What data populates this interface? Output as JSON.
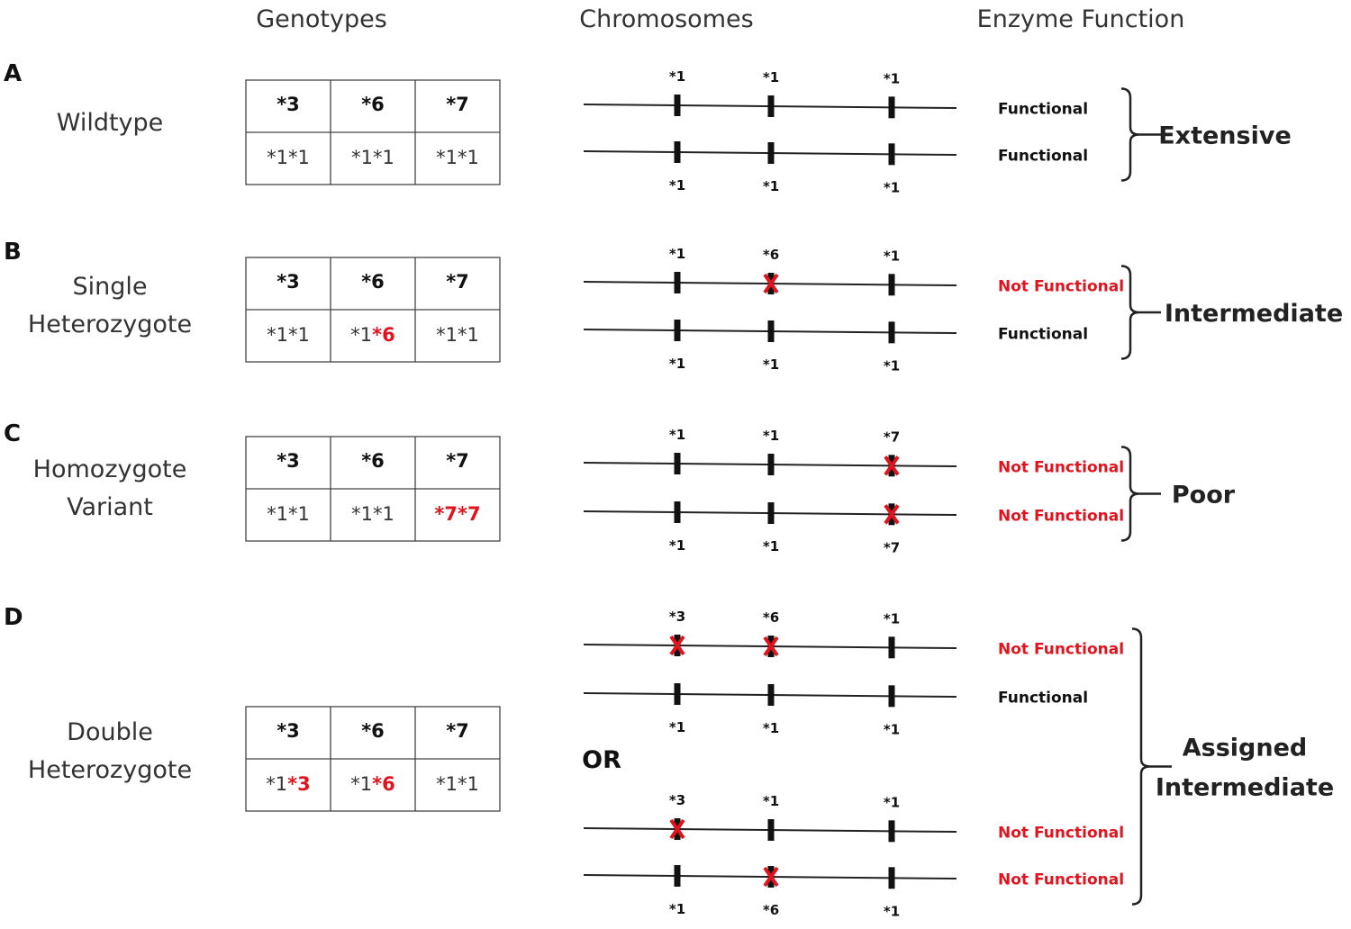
{
  "colors": {
    "ink": "#111111",
    "variant": "#e0141e",
    "grid": "#444444"
  },
  "headers": {
    "genotypes": "Genotypes",
    "chromosomes": "Chromosomes",
    "enzyme_function": "Enzyme Function"
  },
  "or_label": "OR",
  "panels": [
    {
      "letter": "A",
      "label_lines": [
        "Wildtype"
      ],
      "table": {
        "heads": [
          "*3",
          "*6",
          "*7"
        ],
        "cells": [
          [
            {
              "text": "*1*1",
              "red": false
            }
          ],
          [
            {
              "text": "*1*1",
              "red": false
            }
          ],
          [
            {
              "text": "*1*1",
              "red": false
            }
          ]
        ]
      },
      "phenotype_lines": [
        "Extensive"
      ],
      "groups": [
        {
          "chromosomes": [
            {
              "markers": [
                {
                  "label": "*1",
                  "variant": false
                },
                {
                  "label": "*1",
                  "variant": false
                },
                {
                  "label": "*1",
                  "variant": false
                }
              ],
              "function": "Functional",
              "not_functional": false
            },
            {
              "markers": [
                {
                  "label": "*1",
                  "variant": false
                },
                {
                  "label": "*1",
                  "variant": false
                },
                {
                  "label": "*1",
                  "variant": false
                }
              ],
              "function": "Functional",
              "not_functional": false
            }
          ]
        }
      ]
    },
    {
      "letter": "B",
      "label_lines": [
        "Single",
        "Heterozygote"
      ],
      "table": {
        "heads": [
          "*3",
          "*6",
          "*7"
        ],
        "cells": [
          [
            {
              "text": "*1*1",
              "red": false
            }
          ],
          [
            {
              "text": "*1",
              "red": false
            },
            {
              "text": "*6",
              "red": true
            }
          ],
          [
            {
              "text": "*1*1",
              "red": false
            }
          ]
        ]
      },
      "phenotype_lines": [
        "Intermediate"
      ],
      "groups": [
        {
          "chromosomes": [
            {
              "markers": [
                {
                  "label": "*1",
                  "variant": false
                },
                {
                  "label": "*6",
                  "variant": true
                },
                {
                  "label": "*1",
                  "variant": false
                }
              ],
              "function": "Not Functional",
              "not_functional": true
            },
            {
              "markers": [
                {
                  "label": "*1",
                  "variant": false
                },
                {
                  "label": "*1",
                  "variant": false
                },
                {
                  "label": "*1",
                  "variant": false
                }
              ],
              "function": "Functional",
              "not_functional": false
            }
          ]
        }
      ]
    },
    {
      "letter": "C",
      "label_lines": [
        "Homozygote",
        "Variant"
      ],
      "table": {
        "heads": [
          "*3",
          "*6",
          "*7"
        ],
        "cells": [
          [
            {
              "text": "*1*1",
              "red": false
            }
          ],
          [
            {
              "text": "*1*1",
              "red": false
            }
          ],
          [
            {
              "text": "*7*7",
              "red": true
            }
          ]
        ]
      },
      "phenotype_lines": [
        "Poor"
      ],
      "groups": [
        {
          "chromosomes": [
            {
              "markers": [
                {
                  "label": "*1",
                  "variant": false
                },
                {
                  "label": "*1",
                  "variant": false
                },
                {
                  "label": "*7",
                  "variant": true
                }
              ],
              "function": "Not Functional",
              "not_functional": true
            },
            {
              "markers": [
                {
                  "label": "*1",
                  "variant": false
                },
                {
                  "label": "*1",
                  "variant": false
                },
                {
                  "label": "*7",
                  "variant": true
                }
              ],
              "function": "Not Functional",
              "not_functional": true
            }
          ]
        }
      ]
    },
    {
      "letter": "D",
      "label_lines": [
        "Double",
        "Heterozygote"
      ],
      "table": {
        "heads": [
          "*3",
          "*6",
          "*7"
        ],
        "cells": [
          [
            {
              "text": "*1",
              "red": false
            },
            {
              "text": "*3",
              "red": true
            }
          ],
          [
            {
              "text": "*1",
              "red": false
            },
            {
              "text": "*6",
              "red": true
            }
          ],
          [
            {
              "text": "*1*1",
              "red": false
            }
          ]
        ]
      },
      "phenotype_lines": [
        "Assigned",
        "Intermediate"
      ],
      "groups": [
        {
          "chromosomes": [
            {
              "markers": [
                {
                  "label": "*3",
                  "variant": true
                },
                {
                  "label": "*6",
                  "variant": true
                },
                {
                  "label": "*1",
                  "variant": false
                }
              ],
              "function": "Not Functional",
              "not_functional": true
            },
            {
              "markers": [
                {
                  "label": "*1",
                  "variant": false
                },
                {
                  "label": "*1",
                  "variant": false
                },
                {
                  "label": "*1",
                  "variant": false
                }
              ],
              "function": "Functional",
              "not_functional": false
            }
          ]
        },
        {
          "chromosomes": [
            {
              "markers": [
                {
                  "label": "*3",
                  "variant": true
                },
                {
                  "label": "*1",
                  "variant": false
                },
                {
                  "label": "*1",
                  "variant": false
                }
              ],
              "function": "Not Functional",
              "not_functional": true
            },
            {
              "markers": [
                {
                  "label": "*1",
                  "variant": false
                },
                {
                  "label": "*6",
                  "variant": true
                },
                {
                  "label": "*1",
                  "variant": false
                }
              ],
              "function": "Not Functional",
              "not_functional": true
            }
          ]
        }
      ]
    }
  ]
}
